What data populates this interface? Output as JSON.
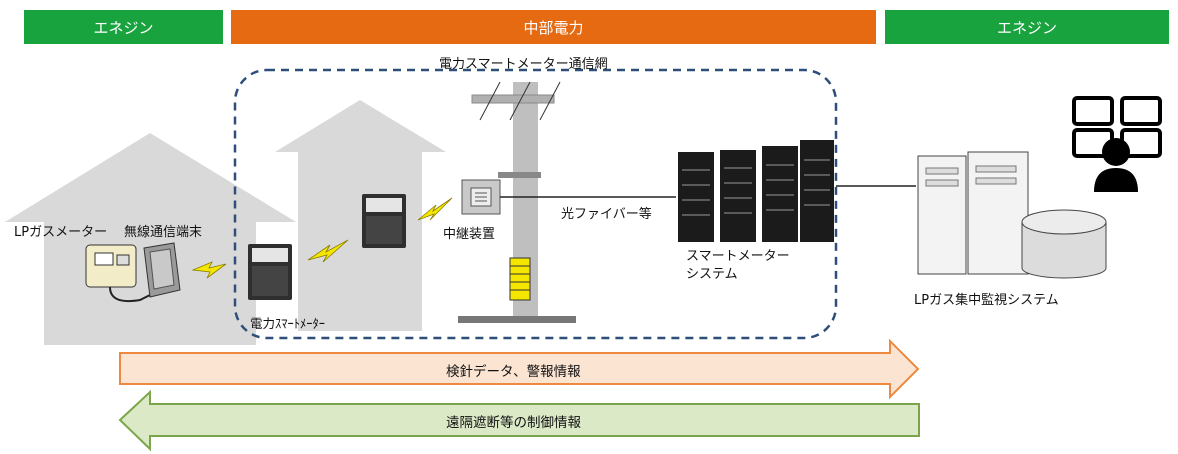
{
  "headers": {
    "left": "エネジン",
    "center": "中部電力",
    "right": "エネジン"
  },
  "labels": {
    "network": "電力スマートメーター通信網",
    "lp_gas_meter": "LPガスメーター",
    "wireless_terminal": "無線通信端末",
    "power_smart_meter": "電力ｽﾏｰﾄﾒｰﾀｰ",
    "relay_device": "中継装置",
    "optical_fiber": "光ファイバー等",
    "smart_meter_system_line1": "スマートメーター",
    "smart_meter_system_line2": "システム",
    "lp_monitoring_system": "LPガス集中監視システム"
  },
  "arrows": {
    "forward": "検針データ、警報情報",
    "backward": "遠隔遮断等の制御情報"
  },
  "colors": {
    "green": "#19a33f",
    "orange": "#e56a12",
    "dash_border": "#2f4f7a",
    "forward_fill": "#fce4d3",
    "forward_stroke": "#ed8a3f",
    "backward_fill": "#dbe9c7",
    "backward_stroke": "#7aa54a",
    "lightning": "#f5e600",
    "house": "#d9d9d9"
  }
}
